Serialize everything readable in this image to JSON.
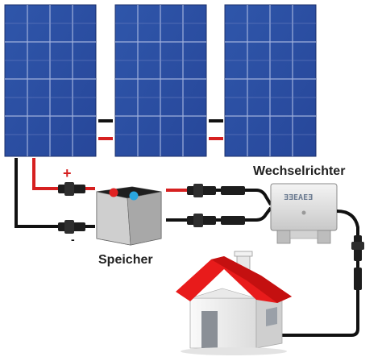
{
  "labels": {
    "inverter": "Wechselrichter",
    "battery": "Speicher",
    "plus": "+",
    "minus": "-"
  },
  "inverter_brand": "ƎƎEAEƎ",
  "colors": {
    "panel_cell": "#2c4fa0",
    "panel_grid": "#9fb0dc",
    "positive_wire": "#d62020",
    "negative_wire": "#111111",
    "roof": "#e81b1b",
    "battery_pos": "#e02222",
    "battery_neg": "#2aa6e0"
  },
  "icons": [
    "solar-panel-icon",
    "battery-icon",
    "inverter-icon",
    "house-icon",
    "mc4-connector-icon"
  ]
}
